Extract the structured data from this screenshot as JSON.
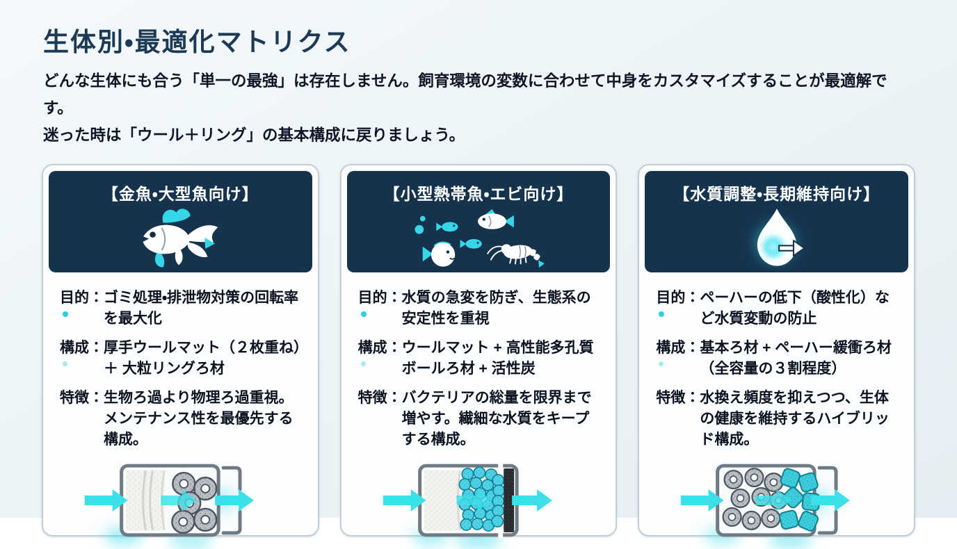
{
  "page": {
    "title": "生体別・最適化マトリクス",
    "intro_line1": "どんな生体にも合う「単一の最強」は存在しません。飼育環境の変数に合わせて中身をカスタマイズすることが最適解です。",
    "intro_line2": "迷った時は「ウール＋リング」の基本構成に戻りましょう。"
  },
  "colors": {
    "header_navy": "#16334e",
    "accent_cyan": "#3bdce9",
    "page_background": "#ecf4f6",
    "text_dark": "#0b1220",
    "card_border": "#c3ced6"
  },
  "cards": [
    {
      "title": "【金魚・大型魚向け】",
      "icon": "goldfish-icon",
      "diagram": "wool-mat-plus-large-ring-media-flow-diagram",
      "items": [
        {
          "label": "目的：",
          "text": "ゴミ処理・排泄物対策の回転率を最大化",
          "bullet": true
        },
        {
          "label": "構成：",
          "text": "厚手ウールマット（２枚重ね）＋ 大粒リングろ材",
          "bullet": true
        },
        {
          "label": "特徴：",
          "text": "生物ろ過より物理ろ過重視。メンテナンス性を最優先する構成。",
          "bullet": false
        }
      ]
    },
    {
      "title": "【小型熱帯魚・エビ向け】",
      "icon": "tropical-fish-and-shrimp-icon",
      "diagram": "wool-mat-ball-media-activated-carbon-flow-diagram",
      "items": [
        {
          "label": "目的：",
          "text": "水質の急変を防ぎ、生態系の安定性を重視",
          "bullet": true
        },
        {
          "label": "構成：",
          "text": "ウールマット + 高性能多孔質ボールろ材 + 活性炭",
          "bullet": true
        },
        {
          "label": "特徴：",
          "text": "バクテリアの総量を限界まで増やす。繊細な水質をキープする構成。",
          "bullet": false
        }
      ]
    },
    {
      "title": "【水質調整・長期維持向け】",
      "icon": "water-drop-arrow-icon",
      "diagram": "ring-media-plus-ph-buffer-media-flow-diagram",
      "items": [
        {
          "label": "目的：",
          "text": "ペーハーの低下（酸性化）など水質変動の防止",
          "bullet": true
        },
        {
          "label": "構成：",
          "text": "基本ろ材 + ペーハー緩衝ろ材（全容量の３割程度）",
          "bullet": true
        },
        {
          "label": "特徴：",
          "text": "水換え頻度を抑えつつ、生体の健康を維持するハイブリッド構成。",
          "bullet": false
        }
      ]
    }
  ]
}
